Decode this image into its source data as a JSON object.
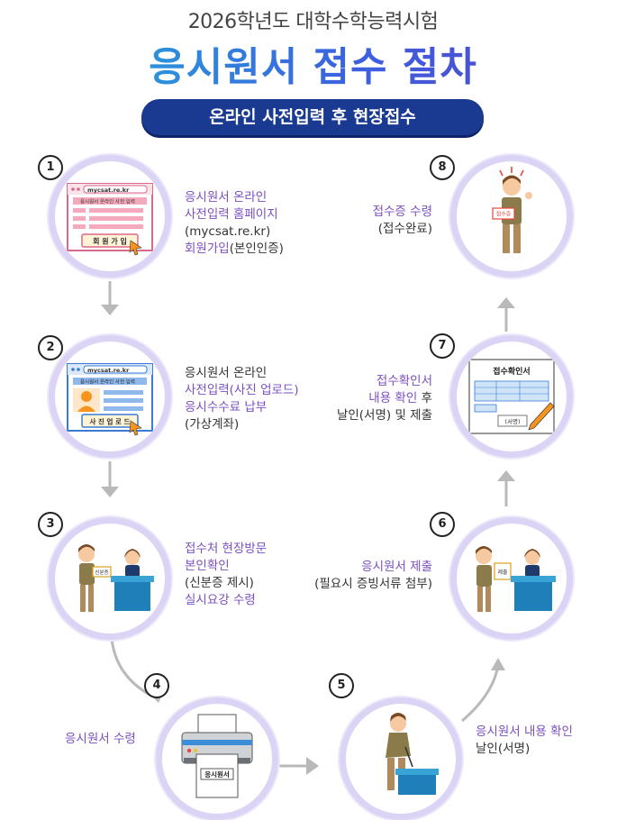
{
  "header": {
    "subtitle": "2026학년도 대학수학능력시험",
    "title": "응시원서 접수 절차",
    "banner": "온라인 사전입력 후 현장접수"
  },
  "steps": [
    {
      "number": "1",
      "lines": [
        {
          "text": "응시원서 온라인",
          "highlight": true
        },
        {
          "text": "사전입력 홈페이지",
          "highlight": true
        },
        {
          "text": "(mycsat.re.kr)",
          "highlight": false
        }
      ],
      "last_hl": "회원가입",
      "last_rest": "(본인인증)",
      "illustration": {
        "url": "mycsat.re.kr",
        "page_head": "응시원서 온라인 사전 입력",
        "button": "회 원 가 입"
      }
    },
    {
      "number": "2",
      "lines": [
        {
          "text": "응시원서 온라인",
          "highlight": false
        },
        {
          "text": "사전입력(사진 업로드)",
          "highlight": true
        },
        {
          "text": "응시수수료 납부",
          "highlight": true
        },
        {
          "text": "(가상계좌)",
          "highlight": false
        }
      ],
      "illustration": {
        "url": "mycsat.re.kr",
        "page_head": "응시원서 온라인 사전 입력",
        "button": "사 진  업 로 드"
      }
    },
    {
      "number": "3",
      "lines": [
        {
          "text": "접수처 현장방문",
          "highlight": true
        },
        {
          "text": "본인확인",
          "highlight": true
        },
        {
          "text": "(신분증 제시)",
          "highlight": false
        },
        {
          "text": "실시요강 수령",
          "highlight": true
        }
      ],
      "illustration": {
        "card": "신분증"
      }
    },
    {
      "number": "4",
      "lines": [
        {
          "text": "응시원서 수령",
          "highlight": true
        }
      ],
      "illustration": {
        "paper": "응시원서"
      }
    },
    {
      "number": "5",
      "lines": [
        {
          "text": "응시원서 내용 확인",
          "highlight": true
        },
        {
          "text": "날인(서명)",
          "highlight": false
        }
      ]
    },
    {
      "number": "6",
      "lines": [
        {
          "text": "응시원서 제출",
          "highlight": true
        },
        {
          "text": "(필요시 증빙서류 첨부)",
          "highlight": false
        }
      ],
      "illustration": {
        "card": "제출"
      }
    },
    {
      "number": "7",
      "lines": [
        {
          "text": "접수확인서",
          "highlight": true
        },
        {
          "text": "내용 확인",
          "highlight": true,
          "tail": " 후"
        },
        {
          "text": "날인(서명) 및 제출",
          "highlight": false
        }
      ],
      "illustration": {
        "doc_title": "접수확인서",
        "sign": "(서명)"
      }
    },
    {
      "number": "8",
      "lines": [
        {
          "text": "접수증 수령",
          "highlight": true
        },
        {
          "text": "(접수완료)",
          "highlight": false
        }
      ],
      "illustration": {
        "card": "접수증"
      }
    }
  ],
  "colors": {
    "highlight": "#7b4fc0",
    "ring": "#dcd4f4",
    "banner": "#1a3a92",
    "arrow": "#b5b5b5"
  }
}
